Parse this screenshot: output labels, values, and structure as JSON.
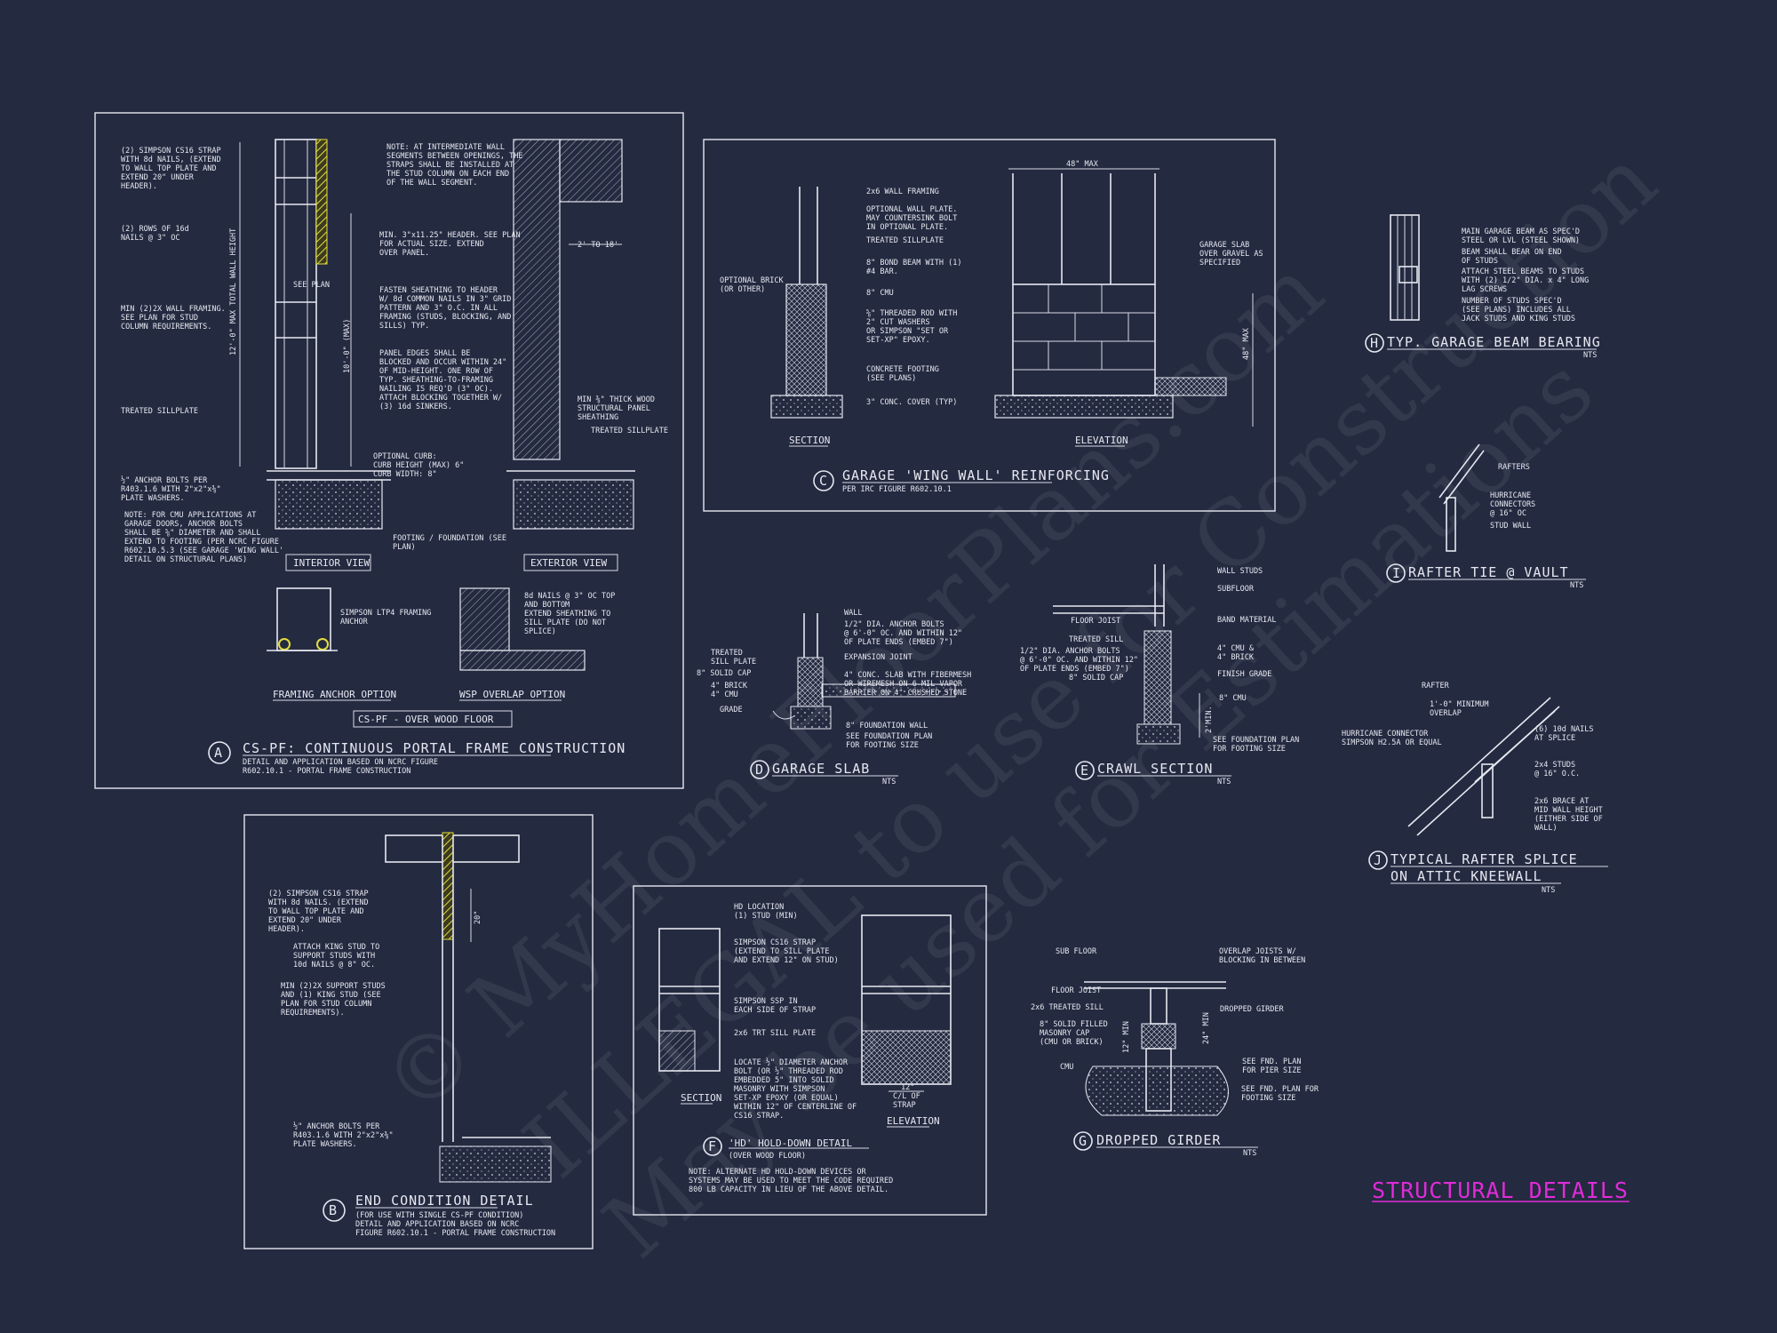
{
  "sheet_title": "STRUCTURAL DETAILS",
  "watermark": {
    "line1": "© MyHomeFloorPlans.com",
    "line2": "ILLEGAL to use for Construction",
    "line3": "May be used for Estimations"
  },
  "details": {
    "A": {
      "letter": "A",
      "title": "CS-PF: CONTINUOUS PORTAL FRAME CONSTRUCTION",
      "sub1": "DETAIL AND APPLICATION BASED ON NCRC FIGURE",
      "sub2": "R602.10.1 - PORTAL FRAME CONSTRUCTION",
      "interior_view": "INTERIOR VIEW",
      "exterior_view": "EXTERIOR VIEW",
      "framing_anchor": "FRAMING ANCHOR OPTION",
      "wsp_overlap": "WSP OVERLAP OPTION",
      "cs_pf_box": "CS-PF - OVER WOOD FLOOR",
      "dim_total": "12'-0\" MAX TOTAL WALL HEIGHT",
      "dim_10": "10'-0\" (MAX)",
      "dim_2to18": "2' TO 18'",
      "dim_see_plan": "SEE PLAN",
      "notes": [
        "(2) SIMPSON CS16 STRAP",
        "WITH 8d NAILS, (EXTEND",
        "TO WALL TOP PLATE AND",
        "EXTEND 20\" UNDER",
        "HEADER).",
        "(2) ROWS OF 16d",
        "NAILS @ 3\" OC",
        "MIN (2)2X WALL FRAMING.",
        "SEE PLAN FOR STUD",
        "COLUMN REQUIREMENTS.",
        "TREATED SILLPLATE",
        "½\" ANCHOR BOLTS PER",
        "R403.1.6 WITH 2\"x2\"x⅜\"",
        "PLATE WASHERS.",
        "NOTE: FOR CMU APPLICATIONS AT",
        "GARAGE DOORS, ANCHOR BOLTS",
        "SHALL BE ⅝\" DIAMETER AND SHALL",
        "EXTEND TO FOOTING (PER NCRC FIGURE",
        "R602.10.5.3 (SEE GARAGE 'WING WALL'",
        "DETAIL ON STRUCTURAL PLANS)",
        "NOTE: AT INTERMEDIATE WALL",
        "SEGMENTS BETWEEN OPENINGS, THE",
        "STRAPS SHALL BE INSTALLED AT",
        "THE STUD COLUMN ON EACH END",
        "OF THE WALL SEGMENT.",
        "MIN. 3\"x11.25\" HEADER. SEE PLAN",
        "FOR ACTUAL SIZE. EXTEND",
        "OVER PANEL.",
        "FASTEN SHEATHING TO HEADER",
        "W/ 8d COMMON NAILS IN 3\" GRID",
        "PATTERN AND 3\" O.C. IN ALL",
        "FRAMING (STUDS, BLOCKING, AND",
        "SILLS) TYP.",
        "PANEL EDGES SHALL BE",
        "BLOCKED AND OCCUR WITHIN 24\"",
        "OF MID-HEIGHT. ONE ROW OF",
        "TYP. SHEATHING-TO-FRAMING",
        "NAILING IS REQ'D (3\" OC).",
        "ATTACH BLOCKING TOGETHER W/",
        "(3) 16d SINKERS.",
        "MIN ⅜\" THICK WOOD",
        "STRUCTURAL PANEL",
        "SHEATHING",
        "TREATED SILLPLATE",
        "OPTIONAL CURB:",
        "CURB HEIGHT (MAX) 6\"",
        "CURB WIDTH: 8\"",
        "FOOTING / FOUNDATION (SEE",
        "PLAN)",
        "SIMPSON LTP4 FRAMING",
        "ANCHOR",
        "8d NAILS @ 3\" OC TOP",
        "AND BOTTOM",
        "EXTEND SHEATHING TO",
        "SILL PLATE (DO NOT",
        "SPLICE)"
      ]
    },
    "B": {
      "letter": "B",
      "title": "END CONDITION DETAIL",
      "sub1": "(FOR USE WITH SINGLE CS-PF CONDITION)",
      "sub2": "DETAIL AND APPLICATION BASED ON NCRC",
      "sub3": "FIGURE R602.10.1 - PORTAL FRAME CONSTRUCTION",
      "dim": "20\"",
      "notes": [
        "(2) SIMPSON CS16 STRAP",
        "WITH 8d NAILS. (EXTEND",
        "TO WALL TOP PLATE AND",
        "EXTEND 20\" UNDER",
        "HEADER).",
        "ATTACH KING STUD TO",
        "SUPPORT STUDS WITH",
        "10d NAILS @ 8\" OC.",
        "MIN (2)2X SUPPORT STUDS",
        "AND (1) KING STUD (SEE",
        "PLAN FOR STUD COLUMN",
        "REQUIREMENTS).",
        "½\" ANCHOR BOLTS PER",
        "R403.1.6 WITH 2\"x2\"x⅜\"",
        "PLATE WASHERS."
      ]
    },
    "C": {
      "letter": "C",
      "title": "GARAGE 'WING WALL' REINFORCING",
      "sub1": "PER IRC FIGURE R602.10.1",
      "section": "SECTION",
      "elevation": "ELEVATION",
      "dim_48": "48\" MAX",
      "dim_48v": "48\" MAX",
      "notes": [
        "2x6 WALL FRAMING",
        "OPTIONAL WALL PLATE.",
        "MAY COUNTERSINK BOLT",
        "IN OPTIONAL PLATE.",
        "TREATED SILLPLATE",
        "8\" BOND BEAM WITH (1)",
        "#4 BAR.",
        "8\" CMU",
        "⅝\" THREADED ROD WITH",
        "2\" CUT WASHERS",
        "OR SIMPSON \"SET OR",
        "SET-XP\" EPOXY.",
        "CONCRETE FOOTING",
        "(SEE PLANS)",
        "3\" CONC. COVER (TYP)",
        "OPTIONAL BRICK",
        "(OR OTHER)",
        "GARAGE SLAB",
        "OVER GRAVEL AS",
        "SPECIFIED"
      ]
    },
    "D": {
      "letter": "D",
      "title": "GARAGE SLAB",
      "nts": "NTS",
      "notes": [
        "WALL",
        "1/2\" DIA. ANCHOR BOLTS",
        "@ 6'-0\" OC. AND WITHIN 12\"",
        "OF PLATE ENDS (EMBED 7\")",
        "EXPANSION JOINT",
        "4\" CONC. SLAB WITH FIBERMESH",
        "OR WIREMESH ON 6 MIL VAPOR",
        "BARRIER ON 4\" CRUSHED STONE",
        "8\" FOUNDATION WALL",
        "SEE FOUNDATION PLAN",
        "FOR FOOTING SIZE",
        "TREATED",
        "SILL PLATE",
        "8\" SOLID CAP",
        "4\" BRICK",
        "4\" CMU",
        "GRADE"
      ]
    },
    "E": {
      "letter": "E",
      "title": "CRAWL SECTION",
      "nts": "NTS",
      "dim": "2'MIN.",
      "notes": [
        "WALL STUDS",
        "SUBFLOOR",
        "BAND MATERIAL",
        "4\" CMU &",
        "4\" BRICK",
        "FINISH GRADE",
        "8\" CMU",
        "SEE FOUNDATION PLAN",
        "FOR FOOTING SIZE",
        "FLOOR JOIST",
        "TREATED SILL",
        "1/2\" DIA. ANCHOR BOLTS",
        "@ 6'-0\" OC. AND WITHIN 12\"",
        "OF PLATE ENDS (EMBED 7\")",
        "8\" SOLID CAP"
      ]
    },
    "F": {
      "letter": "F",
      "title": "'HD' HOLD-DOWN DETAIL",
      "sub1": "(OVER WOOD FLOOR)",
      "section": "SECTION",
      "elevation": "ELEVATION",
      "dim": "12\"",
      "note1": "NOTE: ALTERNATE HD HOLD-DOWN DEVICES OR",
      "note2": "SYSTEMS MAY BE USED TO MEET THE CODE REQUIRED",
      "note3": "800 LB CAPACITY IN LIEU OF THE ABOVE DETAIL.",
      "notes": [
        "HD LOCATION",
        "(1) STUD (MIN)",
        "SIMPSON CS16 STRAP",
        "(EXTEND TO SILL PLATE",
        "AND EXTEND 12\" ON STUD)",
        "SIMPSON SSP IN",
        "EACH SIDE OF STRAP",
        "2x6 TRT SILL PLATE",
        "LOCATE ½\" DIAMETER ANCHOR",
        "BOLT (OR ½\" THREADED ROD",
        "EMBEDDED 5\" INTO SOLID",
        "MASONRY WITH SIMPSON",
        "SET-XP EPOXY (OR EQUAL)",
        "WITHIN 12\" OF CENTERLINE OF",
        "CS16 STRAP.",
        "C/L OF",
        "STRAP"
      ]
    },
    "G": {
      "letter": "G",
      "title": "DROPPED GIRDER",
      "nts": "NTS",
      "dim1": "12\" MIN",
      "dim2": "24\" MIN",
      "notes": [
        "SUB FLOOR",
        "FLOOR JOIST",
        "2x6 TREATED SILL",
        "8\" SOLID FILLED",
        "MASONRY CAP",
        "(CMU OR BRICK)",
        "CMU",
        "OVERLAP JOISTS W/",
        "BLOCKING IN BETWEEN",
        "DROPPED GIRDER",
        "SEE FND. PLAN",
        "FOR PIER SIZE",
        "SEE FND. PLAN FOR",
        "FOOTING SIZE"
      ]
    },
    "H": {
      "letter": "H",
      "title": "TYP. GARAGE BEAM BEARING",
      "nts": "NTS",
      "notes": [
        "MAIN GARAGE BEAM AS SPEC'D",
        "STEEL OR LVL (STEEL SHOWN)",
        "BEAM SHALL BEAR ON END",
        "OF STUDS",
        "ATTACH STEEL BEAMS TO STUDS",
        "WITH (2) 1/2\" DIA. x 4\" LONG",
        "LAG SCREWS",
        "NUMBER OF STUDS SPEC'D",
        "(SEE PLANS) INCLUDES ALL",
        "JACK STUDS AND KING STUDS"
      ]
    },
    "I": {
      "letter": "I",
      "title": "RAFTER TIE @ VAULT",
      "nts": "NTS",
      "notes": [
        "RAFTERS",
        "HURRICANE",
        "CONNECTORS",
        "@ 16\" OC",
        "STUD WALL"
      ]
    },
    "J": {
      "letter": "J",
      "title1": "TYPICAL RAFTER SPLICE",
      "title2": "ON ATTIC KNEEWALL",
      "nts": "NTS",
      "notes": [
        "RAFTER",
        "1'-0\" MINIMUM",
        "OVERLAP",
        "HURRICANE CONNECTOR",
        "SIMPSON H2.5A OR EQUAL",
        "(6) 10d NAILS",
        "AT SPLICE",
        "2x4 STUDS",
        "@ 16\" O.C.",
        "2x6 BRACE AT",
        "MID WALL HEIGHT",
        "(EITHER SIDE OF",
        "WALL)"
      ]
    }
  },
  "colors": {
    "background": "#242a40",
    "linework": "#e6e8f0",
    "highlight": "#d7d23a",
    "title_pink": "#e02bd8"
  }
}
